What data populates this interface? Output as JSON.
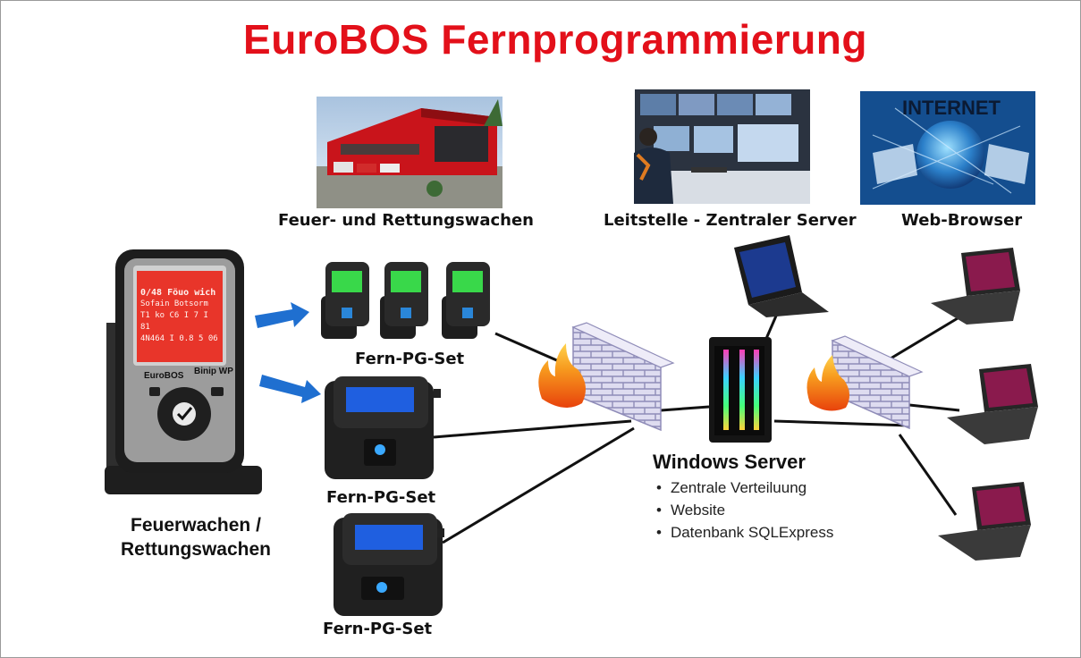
{
  "title": "EuroBOS Fernprogrammierung",
  "photos": {
    "station": {
      "caption": "Feuer- und Rettungswachen"
    },
    "control": {
      "caption": "Leitstelle - Zentraler Server"
    },
    "internet": {
      "caption": "Web-Browser",
      "banner": "INTERNET"
    }
  },
  "handheld": {
    "label": "Feuerwachen / Rettungswachen",
    "label_line1": "Feuerwachen /",
    "label_line2": "Rettungswachen",
    "screen_lines": [
      "0/48 Föuo wich",
      "Sofain Botsorm",
      "T1 ko C6 I 7 I 81",
      "4N464 I 0.8 5 06"
    ],
    "brand": "EuroBOS",
    "model": "Binip WP"
  },
  "pg_sets": [
    {
      "caption": "Fern-PG-Set"
    },
    {
      "caption": "Fern-PG-Set"
    },
    {
      "caption": "Fern-PG-Set"
    }
  ],
  "server": {
    "title": "Windows Server",
    "features": [
      "Zentrale Verteiluung",
      "Website",
      "Datenbank SQLExpress"
    ]
  },
  "colors": {
    "title": "#e3101a",
    "arrow": "#1f6fd0",
    "screen_red": "#e8352a",
    "screen_green": "#39d84a",
    "screen_blue": "#1f5fe0",
    "firewall": "#dcd9ef",
    "flame": "#f07a10"
  }
}
